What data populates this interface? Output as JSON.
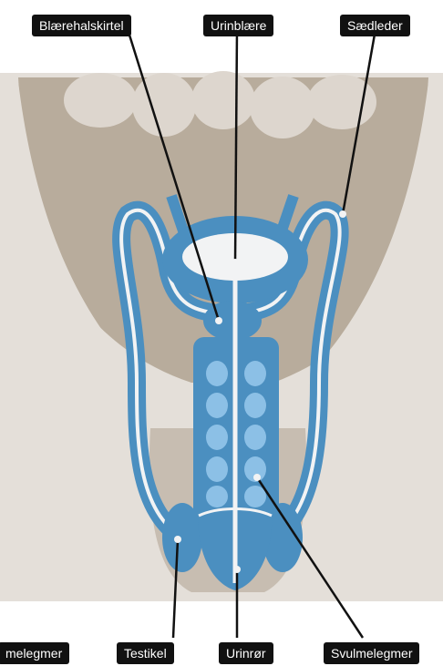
{
  "labels": {
    "prostate": "Blærehalskirtel",
    "bladder": "Urinblære",
    "vas_deferens": "Sædleder",
    "corpus_spongiosum_left": "melegmer",
    "testicle": "Testikel",
    "urethra": "Urinrør",
    "erectile_tissue": "Svulmelegmer"
  },
  "colors": {
    "background": "#ffffff",
    "body": "#b8ac9c",
    "body_light": "#e4dfd9",
    "organ_blue": "#4b8fc0",
    "organ_light_blue": "#8cc0e6",
    "white_line": "#f2f3f4",
    "leader": "#111111",
    "label_bg": "#111111",
    "label_text": "#ffffff"
  }
}
